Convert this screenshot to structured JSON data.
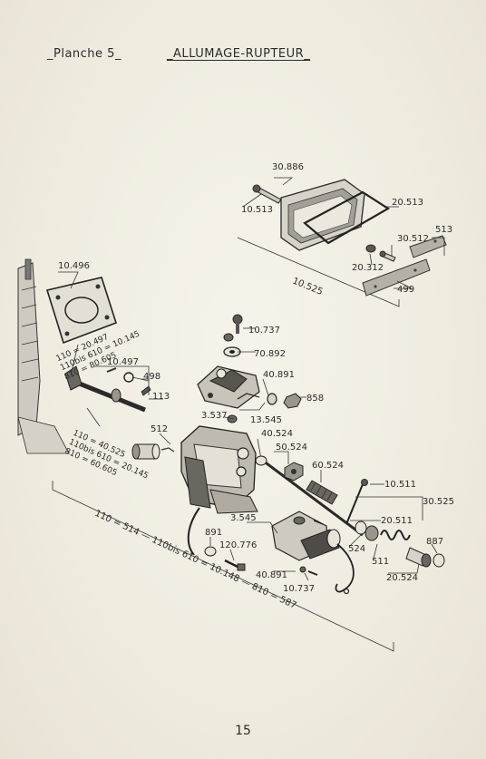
{
  "header": {
    "plate_label": "_Planche 5_",
    "title": "_ALLUMAGE-RUPTEUR_"
  },
  "callouts": {
    "c30886": "30.886",
    "c10513": "10.513",
    "c20513": "20.513",
    "c30512": "30.512",
    "c513": "513",
    "c20312": "20.312",
    "c10525": "10.525",
    "c499": "499",
    "c10496": "10.496",
    "c10737a": "10.737",
    "c70892": "70.892",
    "c10497": "10.497",
    "c498": "498",
    "c113": "113",
    "c40891a": "40.891",
    "c858": "858",
    "c13545": "13.545",
    "c3537": "3.537",
    "c512": "512",
    "c40524": "40.524",
    "c50524": "50.524",
    "c60524": "60.524",
    "c10511": "10.511",
    "c30525": "30.525",
    "c20511": "20.511",
    "c3545": "3.545",
    "c891": "891",
    "c120776": "120.776",
    "c40891b": "40.891",
    "c10737b": "10.737",
    "c524": "524",
    "c511": "511",
    "c887": "887",
    "c20524": "20.524"
  },
  "model_notes": {
    "n1": "110 = 20.497",
    "n2": "110bis 610 = 10.145",
    "n3": "810 = 80.605",
    "n4": "110 = 40.525",
    "n5": "110bis 610 = 20.145",
    "n6": "810 = 60.605"
  },
  "bottom_note": "110 = 514 — 110bis 610 = 10.148 — 810 = 587",
  "page_number": "15"
}
